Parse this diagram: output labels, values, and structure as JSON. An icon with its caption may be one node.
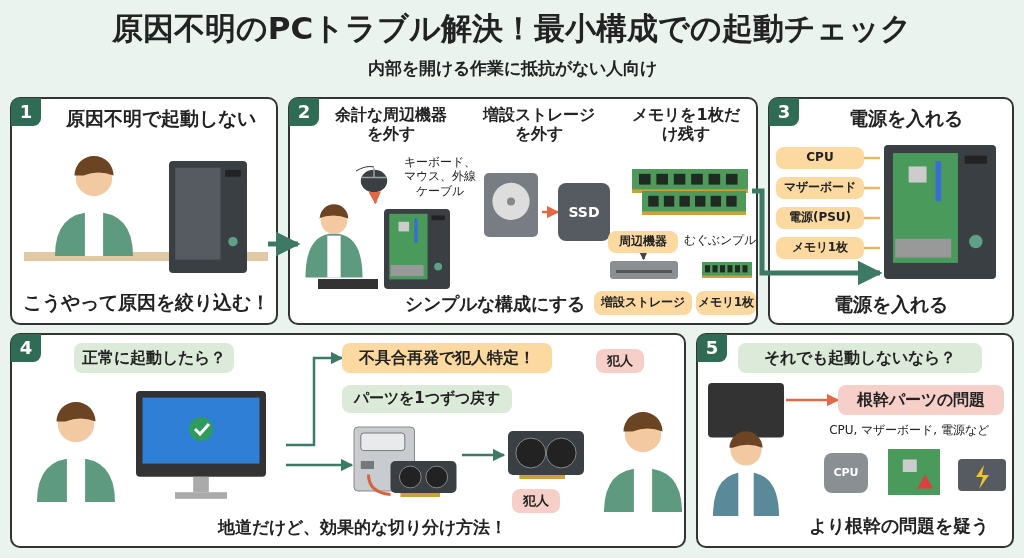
{
  "diagram": {
    "title": "原因不明のPCトラブル解決！最小構成での起動チェック",
    "nodes": [
      {
        "text": [
          "1",
          "原因不明で起動しない",
          "こうやって原因を絞り込む！"
        ]
      },
      {
        "text": [],
        "shape": "picture",
        "in": 0
      },
      {
        "text": [
          "2",
          "余計な周辺機器を外す",
          "増設ストレージを外す",
          "メモリを1枚だけ残す",
          "シンプルな構成にする"
        ]
      },
      {
        "text": [],
        "shape": "picture",
        "in": 2
      },
      {
        "text": [],
        "shape": "picture",
        "in": 2
      },
      {
        "text": [],
        "shape": "picture",
        "in": 2
      },
      {
        "text": [
          "SSD"
        ],
        "in": 2
      },
      {
        "text": [],
        "shape": "picture",
        "in": 2
      },
      {
        "text": [
          "周辺機器"
        ],
        "in": 2
      },
      {
        "text": [],
        "shape": "picture",
        "in": 2
      },
      {
        "text": [
          "増設ストレージ"
        ],
        "in": 2
      },
      {
        "text": [],
        "shape": "picture",
        "in": 2
      },
      {
        "text": [
          "メモリ1枚"
        ],
        "in": 2
      },
      {
        "text": [
          "3",
          "電源を入れる",
          "電源を入れる"
        ]
      },
      {
        "text": [
          "CPU"
        ],
        "in": 13
      },
      {
        "text": [
          "マザーボード"
        ],
        "in": 13
      },
      {
        "text": [
          "電源(PSU)"
        ],
        "in": 13
      },
      {
        "text": [
          "メモリ1枚"
        ],
        "in": 13
      },
      {
        "text": [],
        "shape": "picture",
        "in": 13
      },
      {
        "text": [
          "4",
          "地道だけど、効果的な切り分け方法！"
        ]
      },
      {
        "text": [
          "正常に起動したら？"
        ],
        "in": 19
      },
      {
        "text": [],
        "shape": "picture",
        "in": 19
      },
      {
        "text": [
          "不具合再発で犯人特定！"
        ],
        "in": 19
      },
      {
        "text": [
          "パーツを1つずつ戻す"
        ],
        "in": 19
      },
      {
        "text": [],
        "shape": "picture",
        "in": 19
      },
      {
        "text": [],
        "shape": "picture",
        "in": 19
      },
      {
        "text": [
          "犯人"
        ],
        "in": 19
      },
      {
        "text": [
          "犯人"
        ],
        "in": 19
      },
      {
        "text": [],
        "shape": "picture",
        "in": 19
      },
      {
        "text": [
          "5",
          "より根幹の問題を疑う"
        ]
      },
      {
        "text": [
          "それでも起動しないなら？"
        ],
        "in": 29
      },
      {
        "text": [],
        "shape": "picture",
        "in": 29
      },
      {
        "text": [
          "根幹パーツの問題"
        ],
        "in": 29
      },
      {
        "text": [
          "CPU"
        ],
        "in": 29
      },
      {
        "text": [],
        "shape": "picture",
        "in": 29
      },
      {
        "text": [],
        "shape": "picture",
        "in": 29
      }
    ],
    "edges": [
      {
        "from": 1,
        "to": 4,
        "arrow": "to",
        "style": "thick"
      },
      {
        "from": 3,
        "to": 4,
        "arrow": "to",
        "color": "#e06a45"
      },
      {
        "from": 5,
        "to": 6,
        "arrow": "to",
        "color": "#e06a45"
      },
      {
        "from": 8,
        "to": 9,
        "arrow": "to",
        "color": "#444444"
      },
      {
        "from": 7,
        "to": 18,
        "arrow": "to",
        "style": "thick"
      },
      {
        "from": 14,
        "to": 18,
        "arrow": "none",
        "color": "#e8b860"
      },
      {
        "from": 15,
        "to": 18,
        "arrow": "none",
        "color": "#e8b860"
      },
      {
        "from": 16,
        "to": 18,
        "arrow": "none",
        "color": "#e8b860"
      },
      {
        "from": 17,
        "to": 18,
        "arrow": "none",
        "color": "#e8b860"
      },
      {
        "from": 21,
        "to": 22,
        "arrow": "to"
      },
      {
        "from": 21,
        "to": 24,
        "arrow": "to"
      },
      {
        "from": 24,
        "to": 25,
        "arrow": "to"
      },
      {
        "from": 31,
        "to": 32,
        "arrow": "to",
        "color": "#e06a45"
      }
    ],
    "labels": [
      "内部を開ける作業に抵抗がない人向け",
      "キーボード、マウス、外線ケーブル",
      "むぐぶンプル",
      "CPU, マザーボード, 電源など"
    ]
  }
}
